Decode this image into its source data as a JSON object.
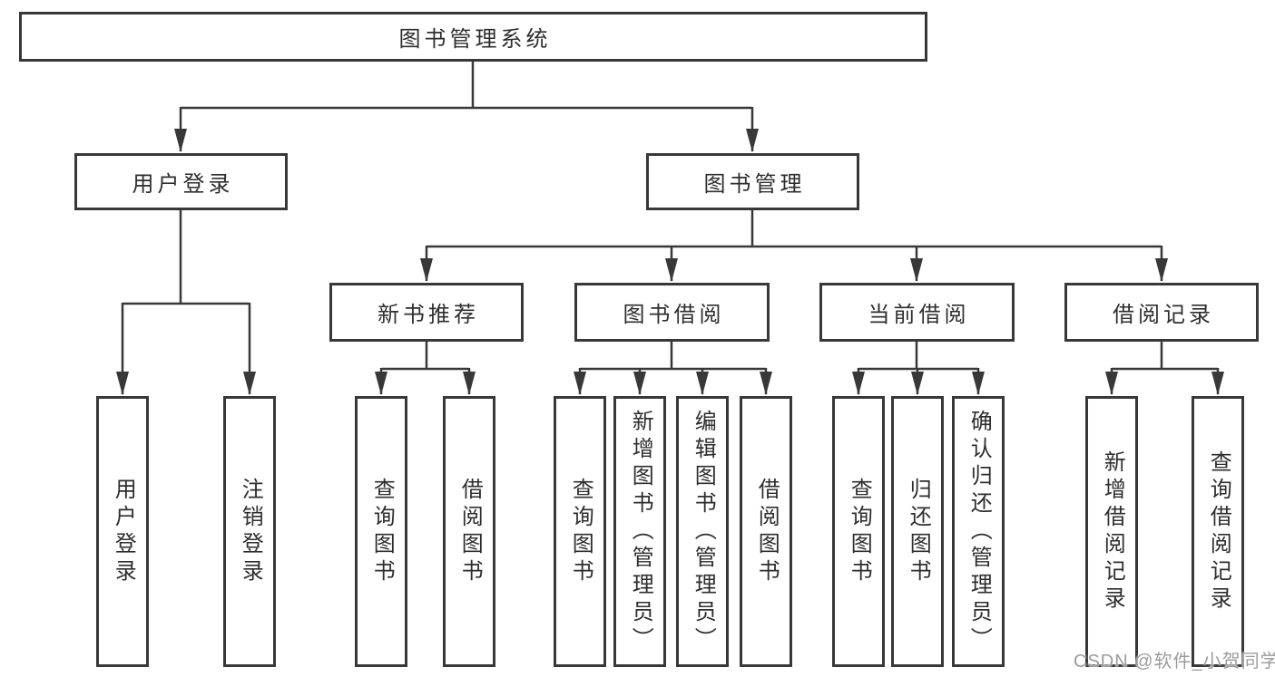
{
  "diagram": {
    "title_hint": "library-management-system-feature-tree",
    "root": {
      "label": "图书管理系统"
    },
    "level2": [
      {
        "label": "用户登录"
      },
      {
        "label": "图书管理"
      }
    ],
    "level3": [
      {
        "label": "新书推荐"
      },
      {
        "label": "图书借阅"
      },
      {
        "label": "当前借阅"
      },
      {
        "label": "借阅记录"
      }
    ],
    "leaves": [
      {
        "label": "用户登录"
      },
      {
        "label": "注销登录"
      },
      {
        "label": "查询图书"
      },
      {
        "label": "借阅图书"
      },
      {
        "label": "查询图书"
      },
      {
        "label": "新增图书（管理员）"
      },
      {
        "label": "编辑图书（管理员）"
      },
      {
        "label": "借阅图书"
      },
      {
        "label": "查询图书"
      },
      {
        "label": "归还图书"
      },
      {
        "label": "确认归还（管理员）"
      },
      {
        "label": "新增借阅记录"
      },
      {
        "label": "查询借阅记录"
      }
    ]
  },
  "watermark": {
    "text": "CSDN @软件_小贺同学"
  },
  "colors": {
    "line": "#383838",
    "box_border": "#383838",
    "text": "#2e2e2e",
    "watermark": "#9c9c9c",
    "background": "#ffffff"
  }
}
